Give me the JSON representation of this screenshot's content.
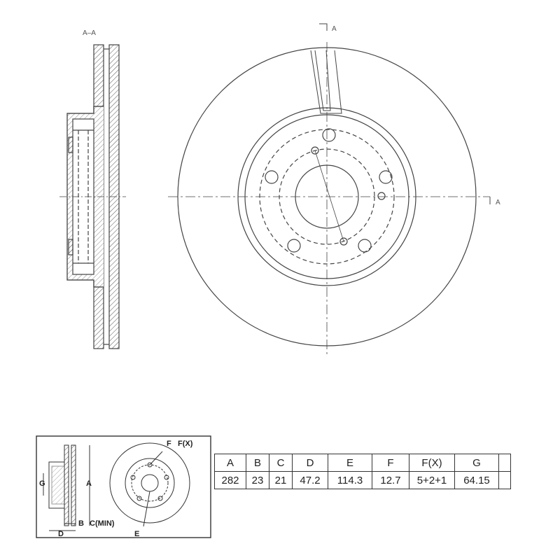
{
  "main_view": {
    "section_label": "A–A",
    "section_marker_top": "A",
    "section_marker_right": "A"
  },
  "legend_view": {
    "label_f": "F",
    "label_fx": "F(X)",
    "label_g": "G",
    "label_a": "A",
    "label_b": "B",
    "label_c": "C(MIN)",
    "label_d": "D",
    "label_e": "E"
  },
  "spec_table": {
    "headers": [
      "A",
      "B",
      "C",
      "D",
      "E",
      "F",
      "F(X)",
      "G",
      ""
    ],
    "values": [
      "282",
      "23",
      "21",
      "47.2",
      "114.3",
      "12.7",
      "5+2+1",
      "64.15",
      ""
    ]
  }
}
